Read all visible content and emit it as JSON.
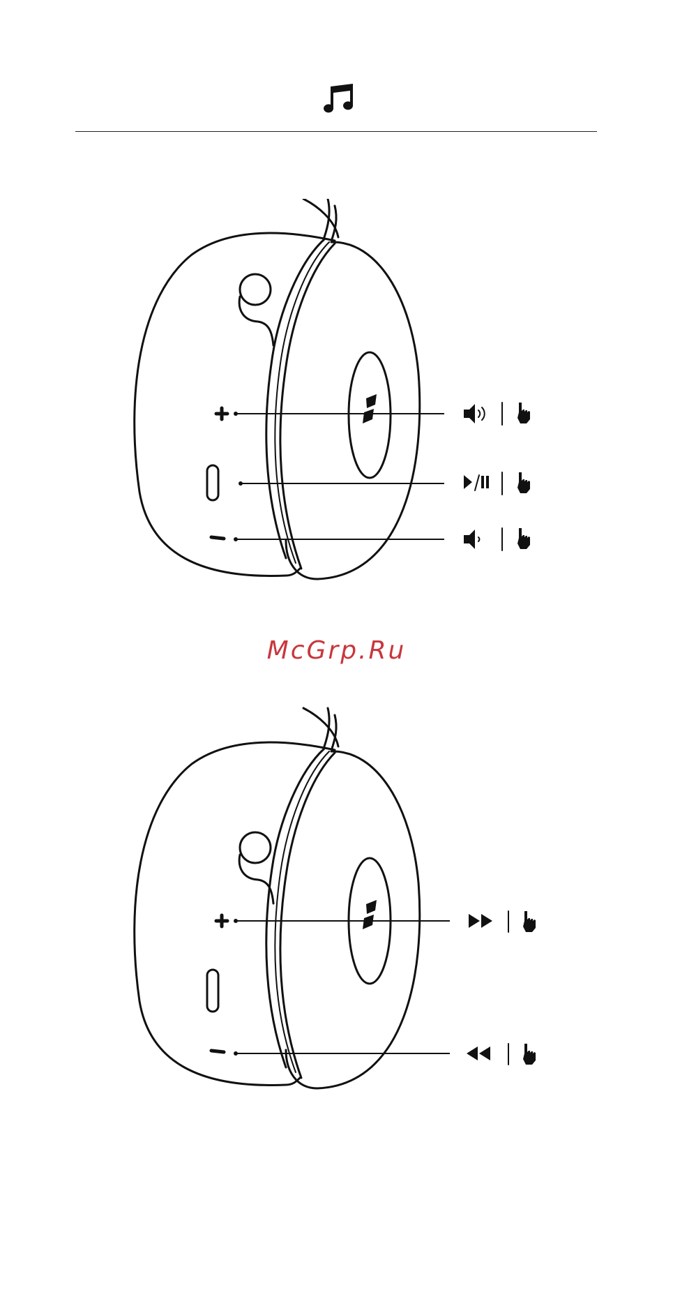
{
  "header": {
    "icon": "music-note-icon"
  },
  "watermark": {
    "text": "McGrp.Ru"
  },
  "diagrams": [
    {
      "controls": [
        {
          "button": "plus",
          "action_icons": [
            "volume-up-icon",
            "press-icon"
          ]
        },
        {
          "button": "center",
          "action_icons": [
            "play-pause-icon",
            "press-icon"
          ]
        },
        {
          "button": "minus",
          "action_icons": [
            "volume-down-icon",
            "press-icon"
          ]
        }
      ]
    },
    {
      "controls": [
        {
          "button": "plus",
          "action_icons": [
            "fast-forward-icon",
            "press-icon"
          ]
        },
        {
          "button": "minus",
          "action_icons": [
            "rewind-icon",
            "press-icon"
          ]
        }
      ]
    }
  ]
}
